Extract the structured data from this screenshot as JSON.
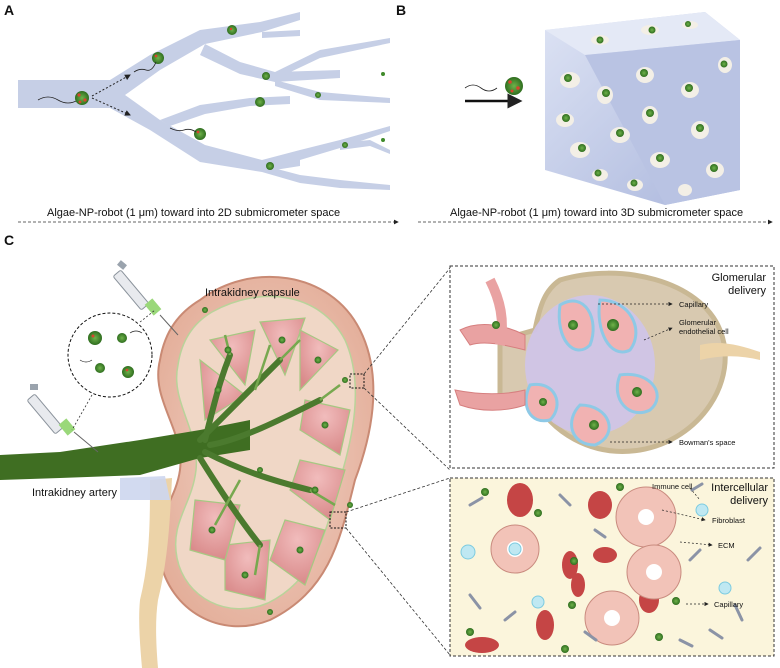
{
  "panels": {
    "a": {
      "letter": "A",
      "caption": "Algae-NP-robot (1 μm) toward into 2D submicrometer space"
    },
    "b": {
      "letter": "B",
      "caption": "Algae-NP-robot (1 μm) toward into 3D submicrometer space"
    },
    "c": {
      "letter": "C",
      "capsule_label": "Intrakidney capsule",
      "artery_label": "Intrakidney artery",
      "glomerular": {
        "title_line1": "Glomerular",
        "title_line2": "delivery",
        "labels": {
          "capillary": "Capillary",
          "endo_line1": "Glomerular",
          "endo_line2": "endothelial cell",
          "bowman": "Bowman's space"
        }
      },
      "intercellular": {
        "title_line1": "Intercellular",
        "title_line2": "delivery",
        "labels": {
          "immune": "Immune cell",
          "fibroblast": "Fibroblast",
          "ecm": "ECM",
          "capillary": "Capillary"
        }
      }
    }
  },
  "colors": {
    "vessel": "#c6cfe6",
    "robot_green": "#3f8a2a",
    "robot_red": "#d8452e",
    "kidney_outer": "#e8b8a4",
    "medulla": "#e8a4a4",
    "artery_green": "#4b7a2e",
    "box_fill": "#fbf5dc",
    "rbc": "#c54545"
  }
}
